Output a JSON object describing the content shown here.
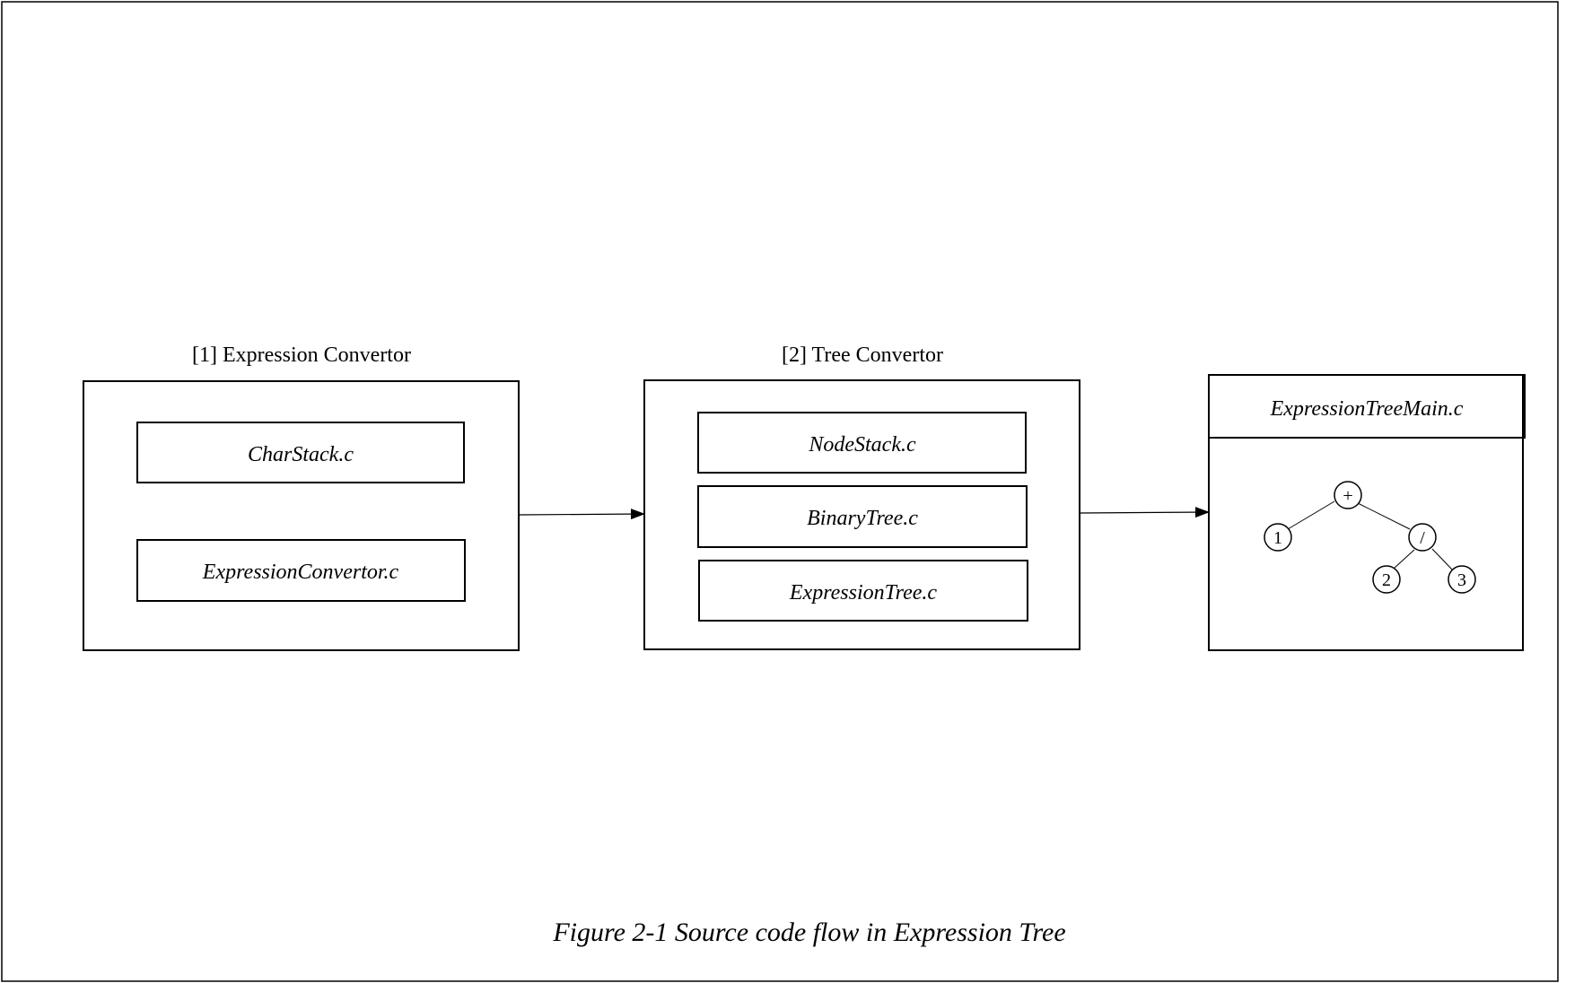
{
  "diagram": {
    "groups": {
      "expression_convertor": {
        "title": "[1] Expression Convertor",
        "files": [
          "CharStack.c",
          "ExpressionConvertor.c"
        ]
      },
      "tree_convertor": {
        "title": "[2] Tree Convertor",
        "files": [
          "NodeStack.c",
          "BinaryTree.c",
          "ExpressionTree.c"
        ]
      },
      "main": {
        "file": "ExpressionTreeMain.c",
        "tree": {
          "root": "+",
          "left": "1",
          "right": "/",
          "right_left": "2",
          "right_right": "3"
        }
      }
    },
    "caption": "Figure 2-1 Source code flow in Expression Tree"
  },
  "colors": {
    "stroke": "#000000",
    "background": "#ffffff"
  }
}
